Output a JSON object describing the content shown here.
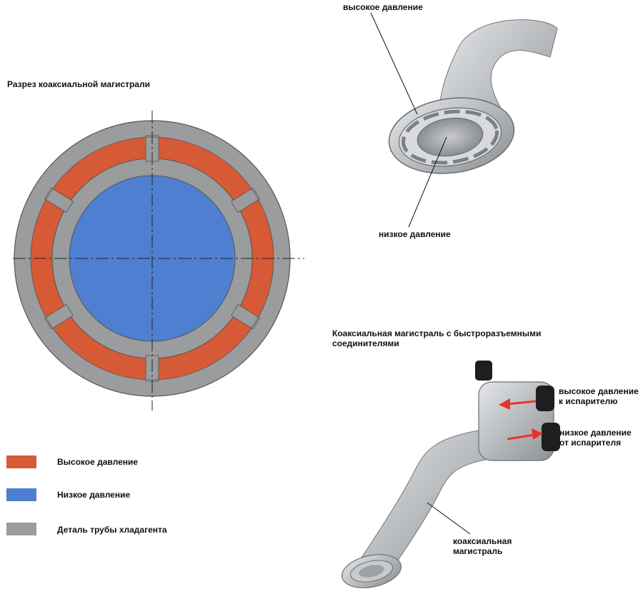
{
  "section_title": "Разрез коаксиальной магистрали",
  "photo1": {
    "label_high": "высокое давление",
    "label_low": "низкое давление"
  },
  "photo2": {
    "title_line1": "Коаксиальная магистраль с быстроразъемными",
    "title_line2": "соединителями",
    "label_high_line1": "высокое давление",
    "label_high_line2": "к испарителю",
    "label_low_line1": "низкое давление",
    "label_low_line2": "от испарителя",
    "label_line_line1": "коаксиальная",
    "label_line_line2": "магистраль"
  },
  "legend": [
    {
      "label": "Высокое давление",
      "color": "#d55a35"
    },
    {
      "label": "Низкое давление",
      "color": "#4f7fd0"
    },
    {
      "label": "Деталь трубы хладагента",
      "color": "#9a9c9e"
    }
  ],
  "colors": {
    "high": "#d55a35",
    "low": "#4f7fd0",
    "pipe": "#9a9c9e",
    "arrow": "#e8342a"
  }
}
